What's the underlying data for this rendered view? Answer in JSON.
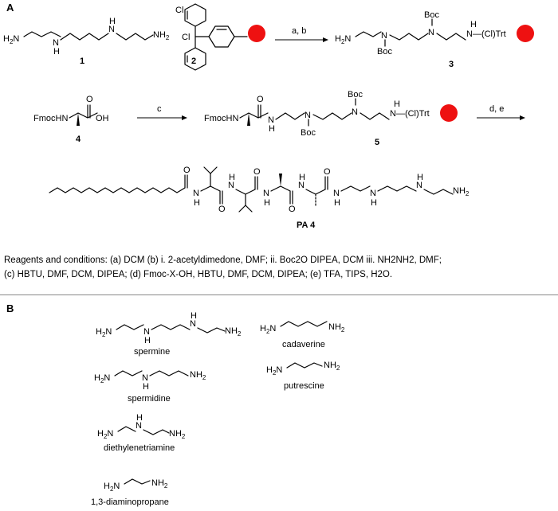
{
  "panel_a": {
    "label": "A",
    "compound_1": {
      "number": "1",
      "left_amine": "H2N",
      "left_amine_sub": "2",
      "nh": "N",
      "nh_h": "H",
      "right_amine": "NH",
      "right_amine_sub": "2"
    },
    "compound_2": {
      "number": "2",
      "cl_ring": "Cl",
      "cl_center": "Cl",
      "bead_color": "#ee1111"
    },
    "step1_reagents": "a, b",
    "compound_3": {
      "number": "3",
      "left_amine": "H2N",
      "boc_bottom": "Boc",
      "boc_top": "Boc",
      "n_label": "N",
      "linker": "N—(Cl)Trt",
      "h": "H"
    },
    "compound_4": {
      "number": "4",
      "fmoc": "FmocHN",
      "oh": "OH",
      "o": "O"
    },
    "step2_reagents": "c",
    "compound_5": {
      "number": "5",
      "fmoc": "FmocHN",
      "boc_bottom": "Boc",
      "boc_top": "Boc",
      "linker": "N—(Cl)Trt",
      "h": "H",
      "o": "O"
    },
    "step3_reagents": "d, e",
    "pa4": {
      "label": "PA 4",
      "nh2": "NH2",
      "o": "O",
      "h": "H"
    }
  },
  "conditions": {
    "line1": "Reagents and conditions: (a) DCM (b) i. 2-acetyldimedone, DMF; ii. Boc2O DIPEA, DCM iii. NH2NH2, DMF;",
    "line2": "(c) HBTU, DMF, DCM, DIPEA; (d) Fmoc-X-OH, HBTU, DMF, DCM, DIPEA; (e) TFA, TIPS, H2O."
  },
  "panel_b": {
    "label": "B",
    "amines": [
      {
        "name": "spermine"
      },
      {
        "name": "cadaverine"
      },
      {
        "name": "spermidine"
      },
      {
        "name": "putrescine"
      },
      {
        "name": "diethylenetriamine"
      },
      {
        "name": "1,3-diaminopropane"
      }
    ],
    "h2n": "H2N",
    "nh2": "NH2",
    "n": "N",
    "h": "H"
  }
}
